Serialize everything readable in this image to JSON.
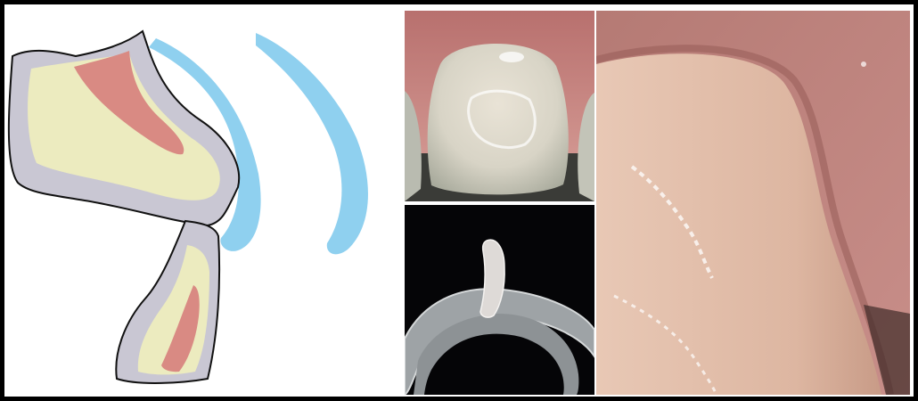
{
  "figure": {
    "panels": [
      {
        "id": "diagram",
        "kind": "schematic illustration"
      },
      {
        "id": "tooth-photo",
        "kind": "photograph"
      },
      {
        "id": "shell-photo",
        "kind": "photograph"
      },
      {
        "id": "macro-photo",
        "kind": "photograph"
      }
    ]
  },
  "colors": {
    "frame": "#000000",
    "enamel_gray": "#c9c7d3",
    "dentin_cream": "#ecebbf",
    "pulp_red": "#d98a83",
    "veneer_blue": "#8fd0ef",
    "gum_pink": "#c98a8a",
    "background_dark": "#050507"
  }
}
